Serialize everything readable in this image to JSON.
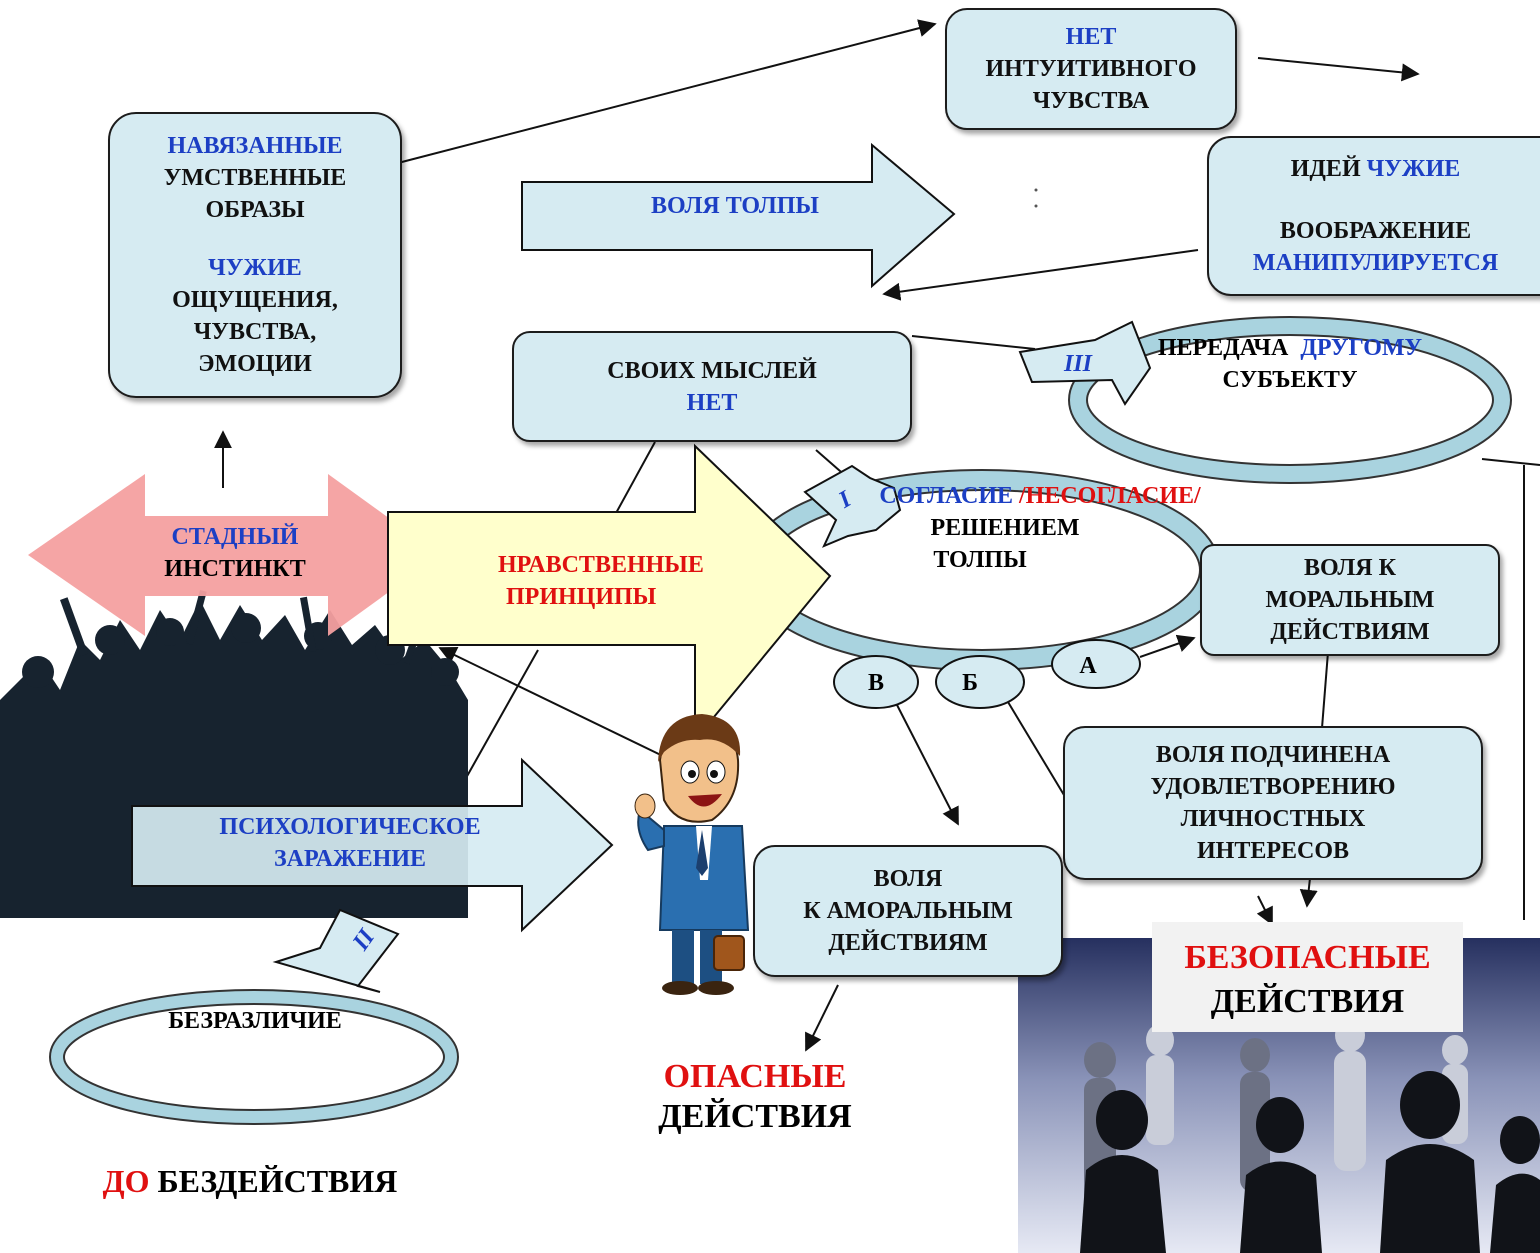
{
  "colors": {
    "box_fill": "#d6ebf2",
    "blue": "#1c3fc4",
    "red": "#e01010",
    "pink": "#f4a0a0",
    "yellow": "#ffffcc",
    "ring": "#a9d3df"
  },
  "box_imposed": {
    "l1": "НАВЯЗАННЫЕ",
    "l2": "УМСТВЕННЫЕ",
    "l3": "ОБРАЗЫ",
    "l4": "ЧУЖИЕ",
    "l5": "ОЩУЩЕНИЯ,",
    "l6": "ЧУВСТВА,",
    "l7": "ЭМОЦИИ"
  },
  "box_intuition": {
    "l1": "НЕТ",
    "l2": "ИНТУИТИВНОГО",
    "l3": "ЧУВСТВА"
  },
  "box_ideas": {
    "l1a": "ИДЕЙ",
    "l1b": "ЧУЖИЕ",
    "l2": "ВООБРАЖЕНИЕ",
    "l3": "МАНИПУЛИРУЕТСЯ"
  },
  "box_thoughts": {
    "l1": "СВОИХ МЫСЛЕЙ",
    "l2": "НЕТ"
  },
  "box_moral": {
    "l1": "ВОЛЯ К",
    "l2": "МОРАЛЬНЫМ",
    "l3": "ДЕЙСТВИЯМ"
  },
  "box_personal": {
    "l1": "ВОЛЯ ПОДЧИНЕНА",
    "l2": "УДОВЛЕТВОРЕНИЮ",
    "l3": "ЛИЧНОСТНЫХ",
    "l4": "ИНТЕРЕСОВ"
  },
  "box_amoral": {
    "l1": "ВОЛЯ",
    "l2": "К АМОРАЛЬНЫМ",
    "l3": "ДЕЙСТВИЯМ"
  },
  "arrow_crowd_will": "ВОЛЯ ТОЛПЫ",
  "arrow_herd": {
    "l1": "СТАДНЫЙ",
    "l2": "ИНСТИНКТ"
  },
  "arrow_moral_principles": {
    "l1": "НРАВСТВЕННЫЕ",
    "l2": "ПРИНЦИПЫ"
  },
  "arrow_contagion": {
    "l1": "ПСИХОЛОГИЧЕСКОЕ",
    "l2": "ЗАРАЖЕНИЕ"
  },
  "ring_transfer": {
    "l1a": "ПЕРЕДАЧА",
    "l1b": "ДРУГОМУ",
    "l2": "СУБЪЕКТУ"
  },
  "ring_agreement": {
    "l1a": "СОГЛАСИЕ",
    "l1b": "/НЕСОГЛАСИЕ/",
    "l2": "РЕШЕНИЕМ",
    "l3": "ТОЛПЫ"
  },
  "ring_indifference": "БЕЗРАЗЛИЧИЕ",
  "markers": {
    "i": "I",
    "ii": "II",
    "iii": "III",
    "a": "А",
    "b": "Б",
    "v": "В"
  },
  "result_dangerous": {
    "l1": "ОПАСНЫЕ",
    "l2": "ДЕЙСТВИЯ"
  },
  "result_safe": {
    "l1": "БЕЗОПАСНЫЕ",
    "l2": "ДЕЙСТВИЯ"
  },
  "result_inaction": {
    "l1": "ДО",
    "l2": "БЕЗДЕЙСТВИЯ"
  }
}
